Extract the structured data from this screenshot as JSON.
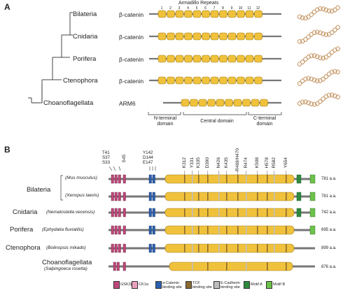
{
  "panel_a": {
    "label": "A",
    "taxa": [
      "Bilateria",
      "Cnidaria",
      "Porifera",
      "Ctenophora",
      "Choanoflagellata"
    ],
    "proteins": [
      "β-catenin",
      "β-catenin",
      "β-catenin",
      "β-catenin",
      "ARM6"
    ],
    "repeats_title": "Armadillo Repeats",
    "repeat_numbers": [
      "1",
      "2",
      "3",
      "4",
      "5",
      "6",
      "7",
      "8",
      "9",
      "10",
      "11",
      "12"
    ],
    "domains": {
      "n_terminal": "N-terminal\ndomain",
      "central": "Central domain",
      "c_terminal": "C-terminal\ndomain"
    }
  },
  "panel_b": {
    "label": "B",
    "rows": [
      {
        "taxon": "Bilateria",
        "species": "(Mus musculus)",
        "length": "781 a.a."
      },
      {
        "taxon": "",
        "species": "(Xenopus laevis)",
        "length": "781 a.a."
      },
      {
        "taxon": "Cnidaria",
        "species": "(Nematostella vecensis)",
        "length": "742 a.a."
      },
      {
        "taxon": "Porifera",
        "species": "(Ephydatia fluviatilis)",
        "length": "695 a.a."
      },
      {
        "taxon": "Ctenophora",
        "species": "(Bolinopsis mikado)",
        "length": "899 a.a."
      },
      {
        "taxon": "Choanoflagellata",
        "species": "(Salpingoeca rosetta)",
        "length": "876 a.a."
      }
    ],
    "site_labels_left": [
      "T41",
      "S37",
      "S33"
    ],
    "site_s45": "S45",
    "site_labels_mid": [
      "Y142",
      "D144",
      "E147"
    ],
    "vertical_sites": [
      "K312",
      "Y331",
      "K335",
      "D390",
      "N426",
      "K435",
      "R469/H470",
      "R474",
      "K508",
      "H578",
      "R582",
      "Y654"
    ],
    "legend": [
      {
        "label": "GSK3β",
        "color": "#c0487a"
      },
      {
        "label": "CK1α",
        "color": "#c0487a"
      },
      {
        "label": "α-Catenin\nbinding site",
        "color": "#2b5fb0"
      },
      {
        "label": "TCF\nbinding site",
        "color": "#8a6a2f"
      },
      {
        "label": "E-Cadherin\nbinding site",
        "color": "#bdbdbd"
      },
      {
        "label": "Motif A",
        "color": "#2e8b3e"
      },
      {
        "label": "Motif B",
        "color": "#6cc24a"
      }
    ]
  },
  "colors": {
    "repeat": "#f0c23c",
    "repeat_stroke": "#a07a10",
    "bar": "#777777",
    "structure": "#c79a6a"
  }
}
